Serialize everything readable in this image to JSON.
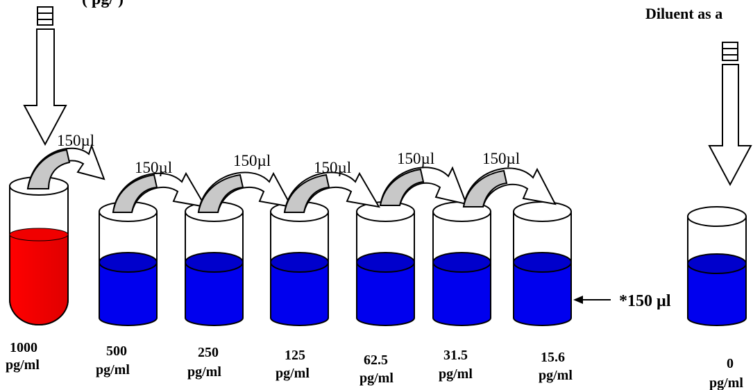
{
  "header": {
    "left_title": "(  pg/  )",
    "right_title": "Diluent as a"
  },
  "transfers": [
    "150µl",
    "150µl",
    "150µl",
    "150µl",
    "150µl",
    "150µl"
  ],
  "volume_note": "*150 µl",
  "tubes": [
    {
      "value": "1000",
      "unit": "pg/ml",
      "liquid": "#ff0000"
    },
    {
      "value": "500",
      "unit": "pg/ml",
      "liquid": "#0000ee"
    },
    {
      "value": "250",
      "unit": "pg/ml",
      "liquid": "#0000ee"
    },
    {
      "value": "125",
      "unit": "pg/ml",
      "liquid": "#0000ee"
    },
    {
      "value": "62.5",
      "unit": "pg/ml",
      "liquid": "#0000ee"
    },
    {
      "value": "31.5",
      "unit": "pg/ml",
      "liquid": "#0000ee"
    },
    {
      "value": "15.6",
      "unit": "pg/ml",
      "liquid": "#0000ee"
    },
    {
      "value": "0",
      "unit": "pg/ml",
      "liquid": "#0000ee"
    }
  ]
}
